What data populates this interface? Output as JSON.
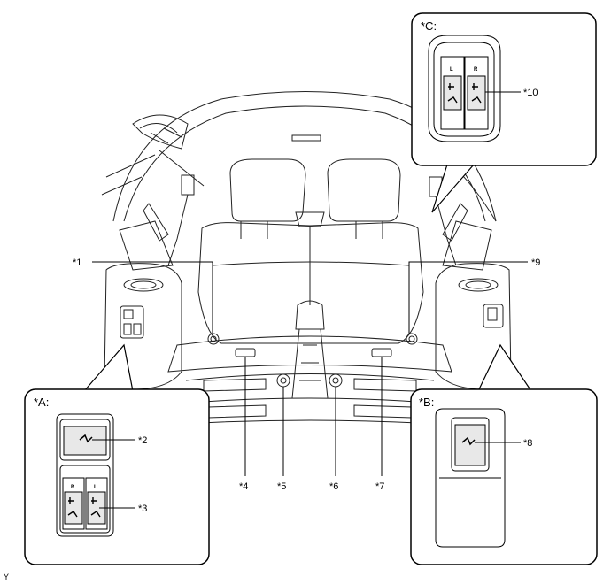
{
  "insets": {
    "a": {
      "title": "*A:",
      "switch_r": "R",
      "switch_l": "L"
    },
    "b": {
      "title": "*B:"
    },
    "c": {
      "title": "*C:",
      "switch_l": "L",
      "switch_r": "R"
    }
  },
  "callouts": {
    "c1": "*1",
    "c2": "*2",
    "c3": "*3",
    "c4": "*4",
    "c5": "*5",
    "c6": "*6",
    "c7": "*7",
    "c8": "*8",
    "c9": "*9",
    "c10": "*10"
  },
  "footer_code": "Y"
}
